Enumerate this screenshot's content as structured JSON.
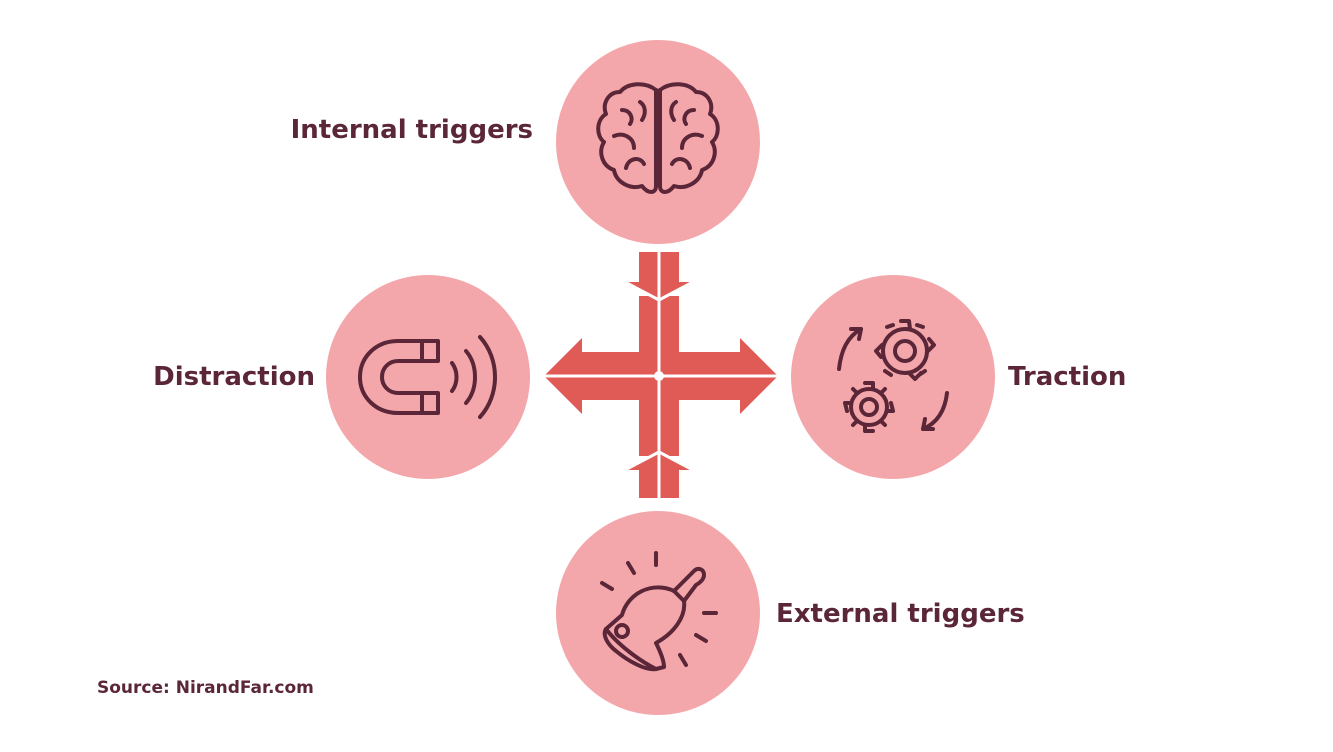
{
  "diagram": {
    "nodes": {
      "top": {
        "label": "Internal triggers",
        "icon": "brain-icon"
      },
      "left": {
        "label": "Distraction",
        "icon": "magnet-icon"
      },
      "right": {
        "label": "Traction",
        "icon": "gears-icon"
      },
      "bottom": {
        "label": "External triggers",
        "icon": "bell-icon"
      }
    },
    "edges": [
      {
        "from": "top",
        "to": "center",
        "direction": "inward"
      },
      {
        "from": "bottom",
        "to": "center",
        "direction": "inward"
      },
      {
        "from": "center",
        "to": "left",
        "direction": "outward"
      },
      {
        "from": "center",
        "to": "right",
        "direction": "outward"
      }
    ],
    "source": "Source: NirandFar.com"
  },
  "colors": {
    "circle_fill": "#f4a7ab",
    "arrow_fill": "#e05a56",
    "text": "#5a2638",
    "icon_stroke": "#5a2638"
  }
}
